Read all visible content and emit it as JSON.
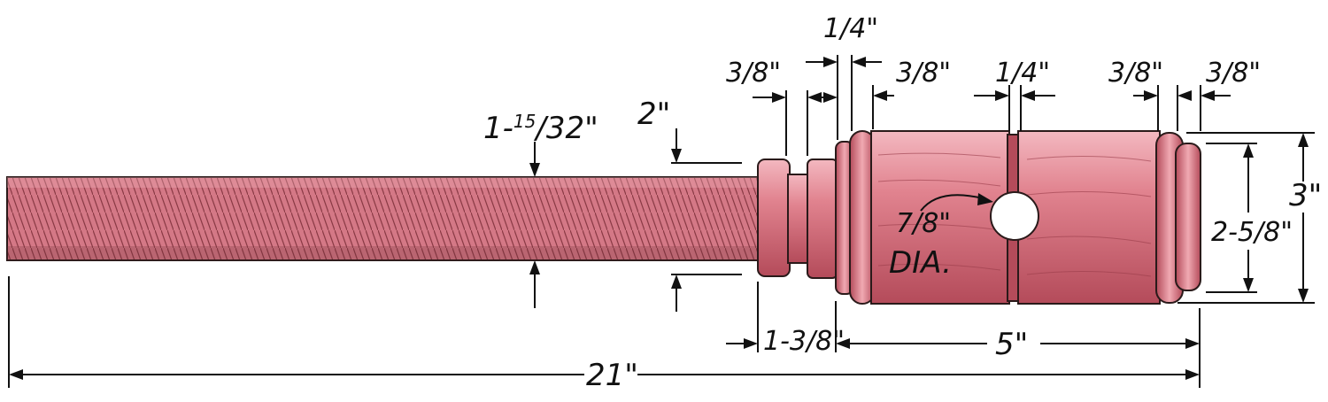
{
  "colors": {
    "wood": "#d9707f",
    "wood_dark": "#a8404f",
    "wood_light": "#f0a9b2",
    "thread": "#c9606f",
    "ink": "#111111",
    "background": "#ffffff"
  },
  "dimensions": {
    "overall_length": "21\"",
    "thread_diameter_whole": "1-",
    "thread_diameter_sup": "15",
    "thread_diameter_rest": "/32\"",
    "collar_diameter": "2\"",
    "collar_length_a": "3/8\"",
    "collar_gap": "1/4\"",
    "flange_length": "3/8\"",
    "center_groove": "1/4\"",
    "end_bead_left": "3/8\"",
    "end_bead_right": "3/8\"",
    "hub_section": "1-3/8\"",
    "body_length": "5\"",
    "body_diameter": "3\"",
    "body_inner_diameter": "2-5/8\"",
    "hole_size": "7/8\"",
    "hole_label": "DIA."
  }
}
